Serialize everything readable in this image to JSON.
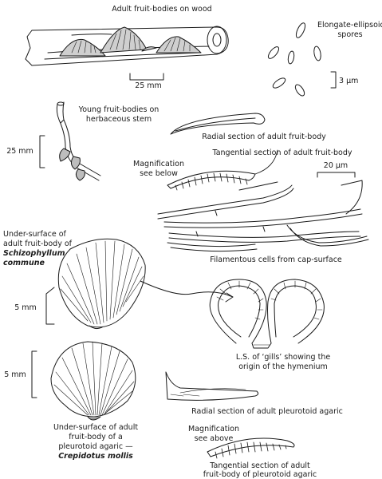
{
  "labels": {
    "wood_title": "Adult fruit-bodies on wood",
    "spores_line1": "Elongate-ellipsoid",
    "spores_line2": "spores",
    "scale_25mm_wood": "25 mm",
    "scale_3um": "3 μm",
    "young_line1": "Young fruit-bodies on",
    "young_line2": "herbaceous stem",
    "scale_25mm_stem": "25 mm",
    "radial_adult": "Radial section of adult fruit-body",
    "tangential_adult": "Tangential section of adult fruit-body",
    "mag_below_line1": "Magnification",
    "mag_below_line2": "see below",
    "scale_20um": "20 μm",
    "under_line1": "Under-surface of",
    "under_line2": "adult fruit-body of",
    "under_species1": "Schizophyllum",
    "under_species2": "commune",
    "filament_caption": "Filamentous cells from cap-surface",
    "scale_5mm_a": "5  mm",
    "ls_line1": "L.S. of ‘gills’ showing the",
    "ls_line2": "origin of the hymenium",
    "scale_5mm_b": "5 mm",
    "radial_pleuro": "Radial section of adult pleurotoid agaric",
    "pleuro_line1": "Under-surface of adult",
    "pleuro_line2": "fruit-body of a",
    "pleuro_line3": "pleurotoid agaric —",
    "pleuro_species": "Crepidotus mollis",
    "mag_above_line1": "Magnification",
    "mag_above_line2": "see above",
    "tang_pleuro_line1": "Tangential section of adult",
    "tang_pleuro_line2": "fruit-body of pleurotoid agaric"
  }
}
